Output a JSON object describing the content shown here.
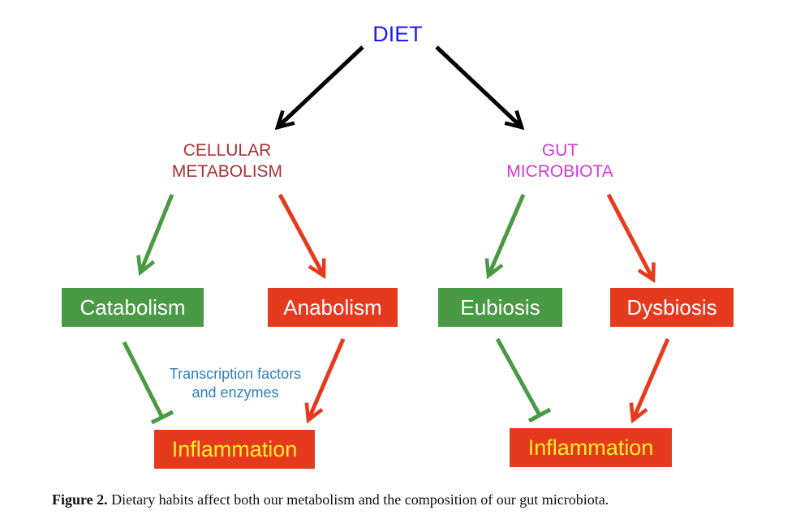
{
  "diagram": {
    "root": "DIET",
    "left_branch": "CELLULAR\nMETABOLISM",
    "right_branch": "GUT\nMICROBIOTA",
    "boxes": {
      "catabolism": "Catabolism",
      "anabolism": "Anabolism",
      "eubiosis": "Eubiosis",
      "dysbiosis": "Dysbiosis",
      "inflammation_left": "Inflammation",
      "inflammation_right": "Inflammation"
    },
    "annotation": "Transcription factors\nand enzymes"
  },
  "caption": {
    "label": "Figure 2.",
    "text": "Dietary habits affect both our metabolism and the composition of our gut microbiota."
  },
  "colors": {
    "root": "#1a1aff",
    "left_branch": "#a83232",
    "right_branch": "#d63ad6",
    "green": "#4a9a45",
    "red": "#e63a1e",
    "annotation": "#2f7fc1",
    "inflammation_text": "#ffef2a"
  }
}
